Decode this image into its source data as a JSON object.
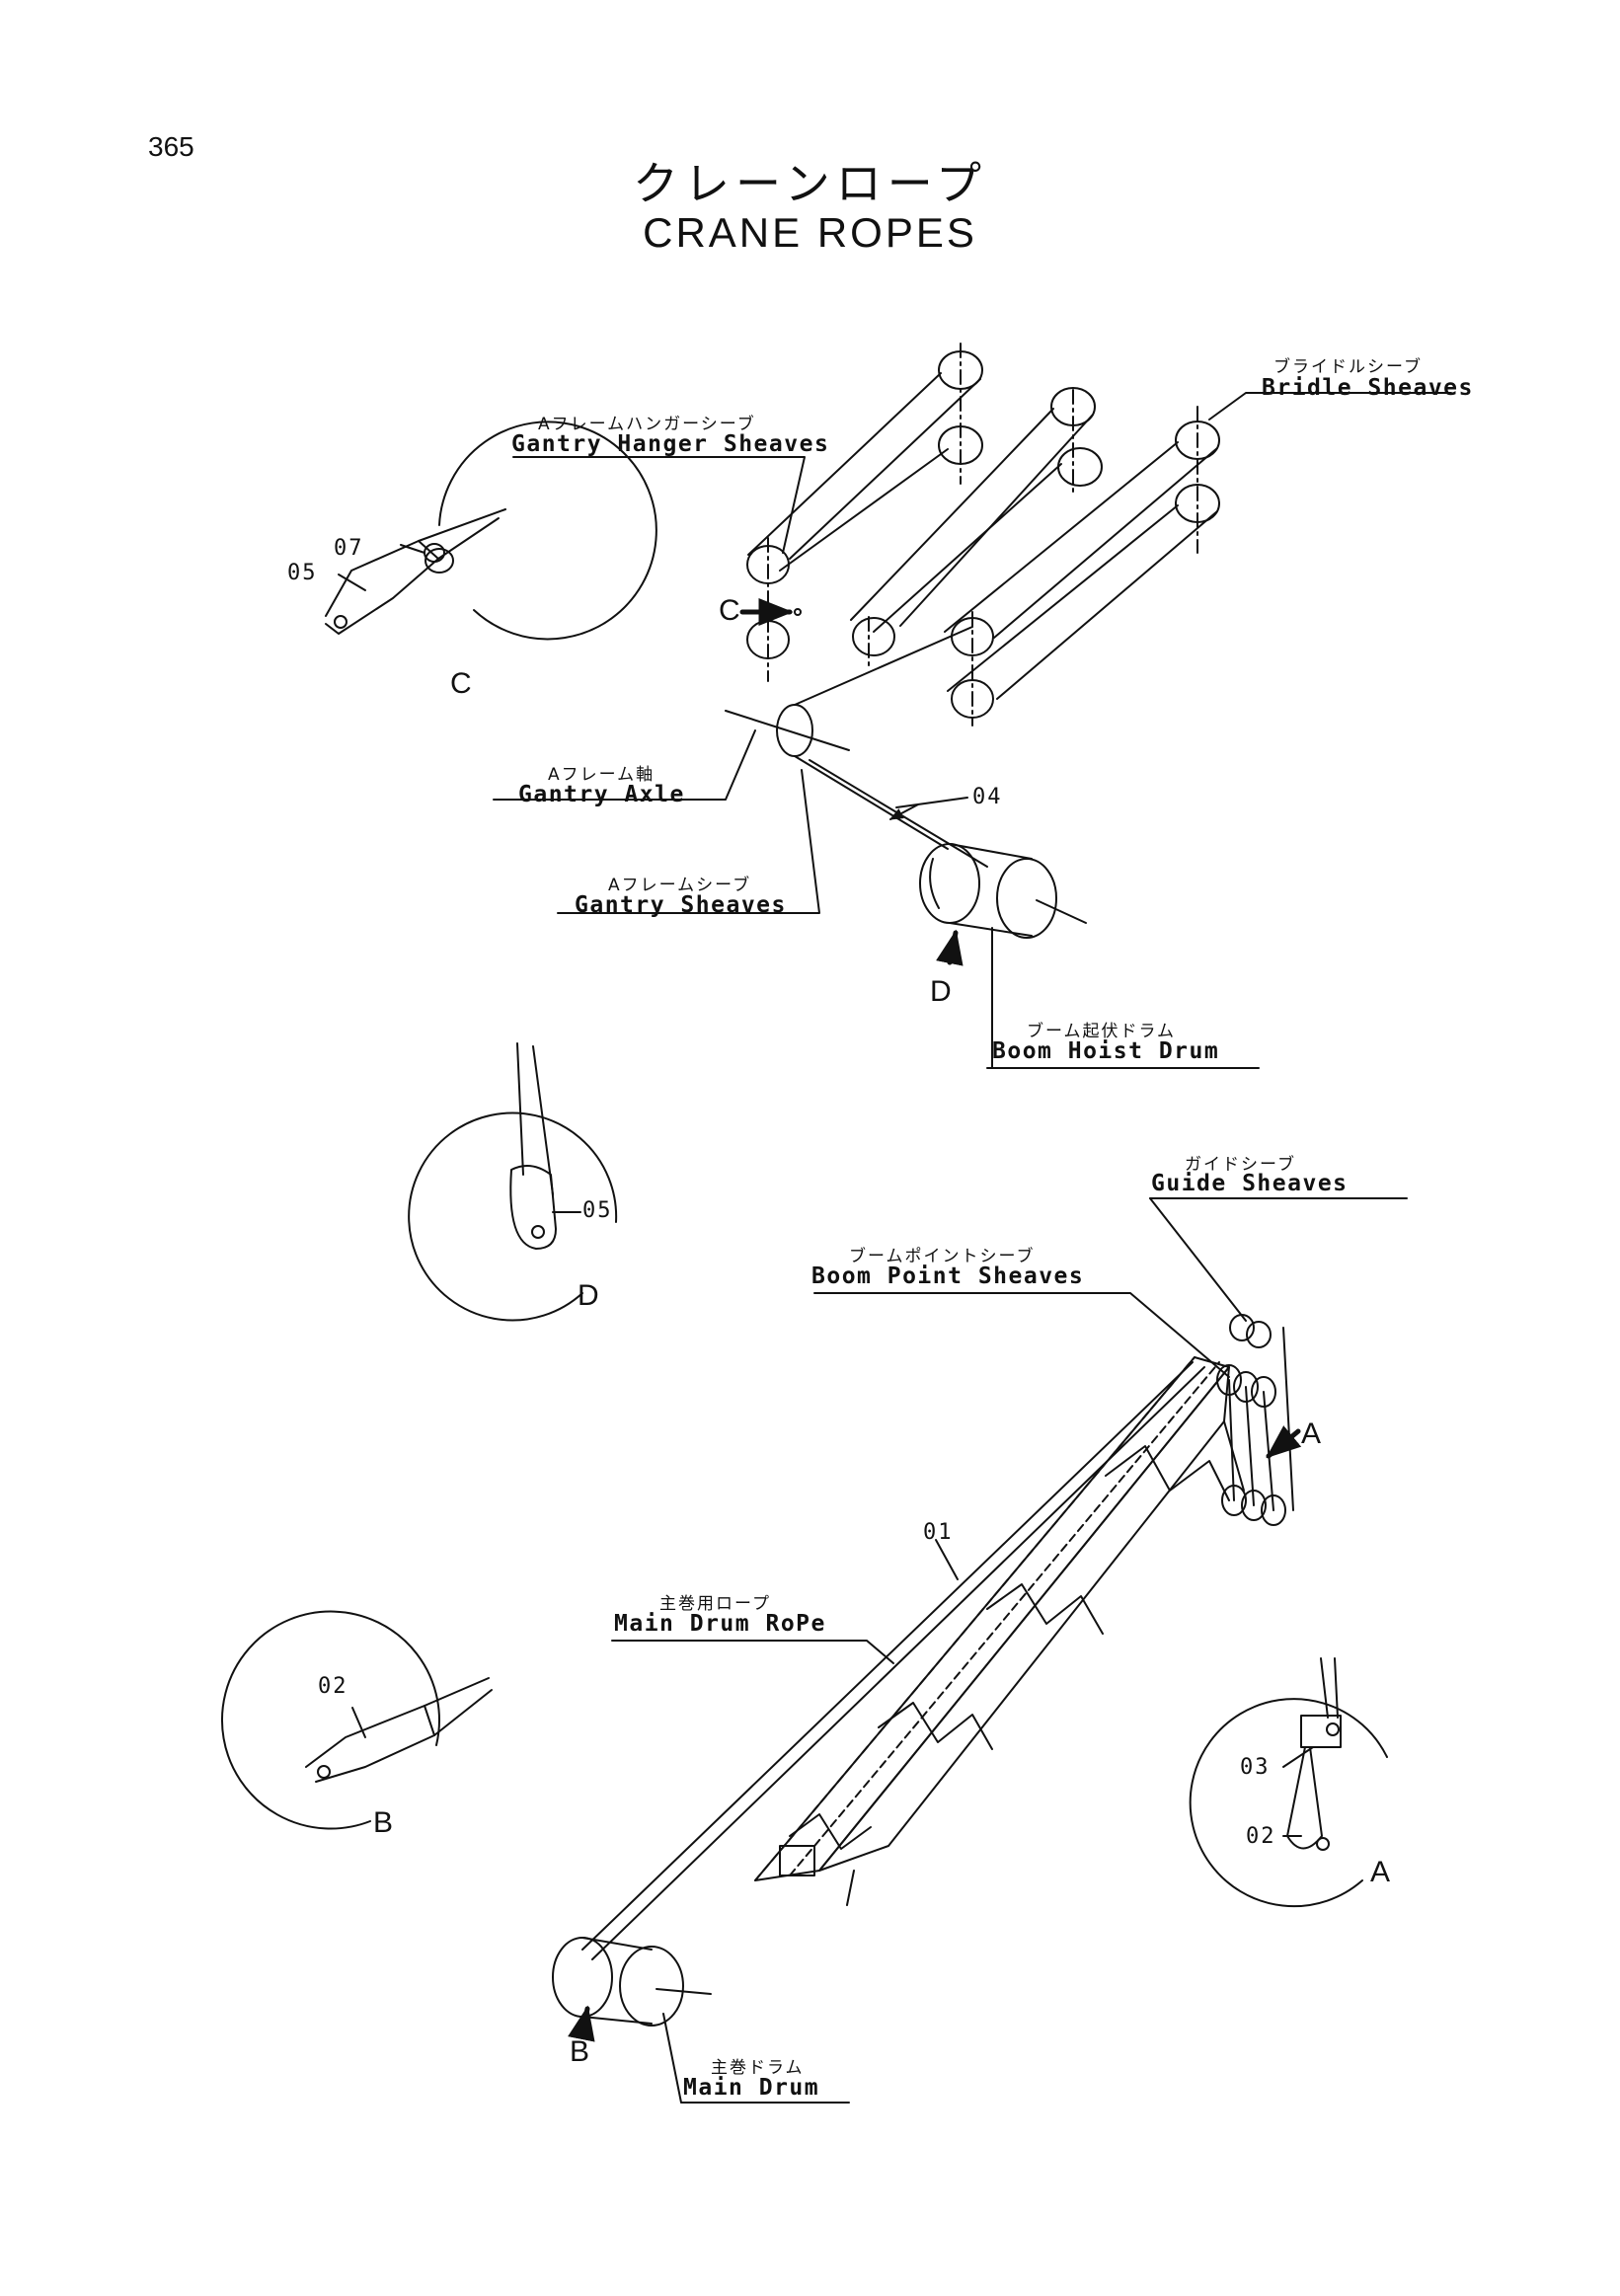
{
  "page_number": "365",
  "title": {
    "ja": "クレーンロープ",
    "en": "CRANE ROPES"
  },
  "components": {
    "bridle_sheaves": {
      "ja": "ブライドルシーブ",
      "en": "Bridle Sheaves"
    },
    "gantry_hanger_sheaves": {
      "ja": "Aフレームハンガーシーブ",
      "en": "Gantry Hanger Sheaves"
    },
    "gantry_axle": {
      "ja": "Aフレーム軸",
      "en": "Gantry Axle"
    },
    "gantry_sheaves": {
      "ja": "Aフレームシーブ",
      "en": "Gantry Sheaves"
    },
    "boom_hoist_drum": {
      "ja": "ブーム起伏ドラム",
      "en": "Boom Hoist Drum"
    },
    "guide_sheaves": {
      "ja": "ガイドシーブ",
      "en": "Guide Sheaves"
    },
    "boom_point_sheaves": {
      "ja": "ブームポイントシーブ",
      "en": "Boom Point Sheaves"
    },
    "main_drum_rope": {
      "ja": "主巻用ロープ",
      "en": "Main Drum RoPe"
    },
    "main_drum": {
      "ja": "主巻ドラム",
      "en": "Main Drum"
    }
  },
  "part_numbers": {
    "p01": "01",
    "p02_detail_b": "02",
    "p02_detail_a": "02",
    "p03": "03",
    "p04": "04",
    "p05_detail_c": "05",
    "p05_detail_d": "05",
    "p07": "07"
  },
  "view_letters": {
    "c_arrow": "C",
    "c_detail": "C",
    "d_arrow": "D",
    "d_detail": "D",
    "a_arrow": "A",
    "a_detail": "A",
    "b_arrow": "B",
    "b_detail": "B"
  }
}
